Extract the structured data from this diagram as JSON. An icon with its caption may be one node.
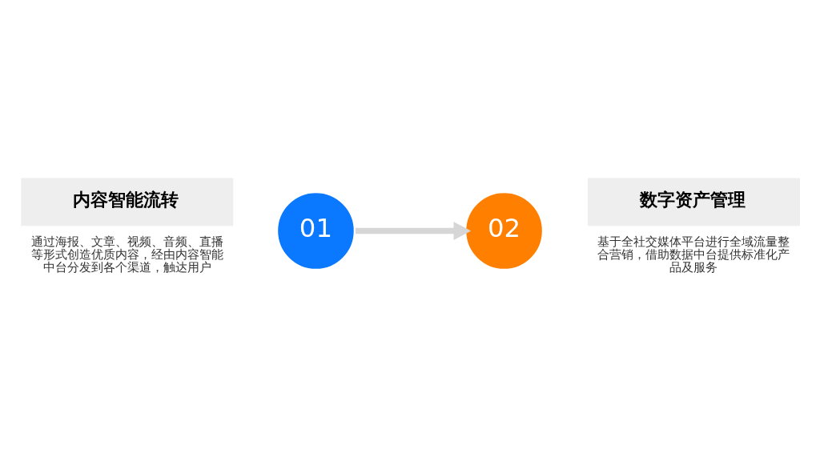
{
  "diagram": {
    "nodes": [
      {
        "text": [
          "01"
        ],
        "beside": [
          "内容智能流转",
          "通过海报、文章、视频、音频、直播等形式创造优质内容，经由内容智能中台分发到各个渠道，触达用户"
        ]
      },
      {
        "text": [
          "02"
        ],
        "beside": [
          "数字资产管理",
          "基于全社交媒体平台进行全域流量整合营销，借助数据中台提供标准化产品及服务"
        ]
      }
    ],
    "edges": [
      {
        "from": 0,
        "to": 1,
        "arrow": "to"
      }
    ]
  }
}
